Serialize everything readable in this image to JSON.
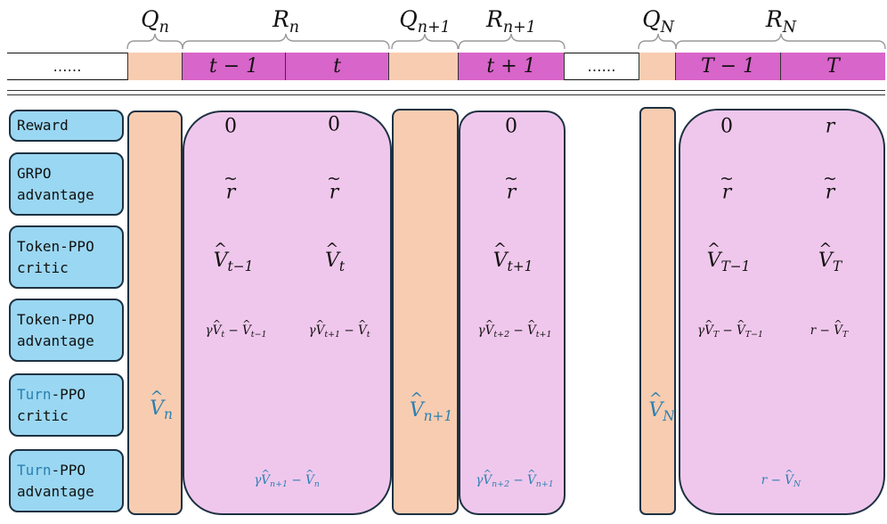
{
  "timeline": {
    "ellipsis_left": "……",
    "ellipsis_mid": "……",
    "cells": [
      "t − 1",
      "t",
      "t + 1",
      "T − 1",
      "T"
    ]
  },
  "braces": {
    "Qn": "Q",
    "Qn_sub": "n",
    "Rn": "R",
    "Rn_sub": "n",
    "Qn1": "Q",
    "Qn1_sub": "n+1",
    "Rn1": "R",
    "Rn1_sub": "n+1",
    "QN": "Q",
    "QN_sub": "N",
    "RN": "R",
    "RN_sub": "N"
  },
  "row_labels": {
    "reward": "Reward",
    "grpo_1": "GRPO",
    "grpo_2": "advantage",
    "tokppo_critic_1": "Token-PPO",
    "tokppo_critic_2": "critic",
    "tokppo_adv_1": "Token-PPO",
    "tokppo_adv_2": "advantage",
    "turnppo_critic_turn": "Turn",
    "turnppo_critic_rest": "-PPO",
    "turnppo_critic_2": "critic",
    "turnppo_adv_turn": "Turn",
    "turnppo_adv_rest": "-PPO",
    "turnppo_adv_2": "advantage"
  },
  "values": {
    "reward": {
      "t_minus_1": "0",
      "t": "0",
      "t_plus_1": "0",
      "T_minus_1": "0",
      "T": "r"
    },
    "grpo_symbol": "r",
    "critic_V": "V",
    "critic_subs": {
      "t_minus_1": "t−1",
      "t": "t",
      "t_plus_1": "t+1",
      "T_minus_1": "T−1",
      "T": "T"
    },
    "tok_adv": {
      "t_minus_1": {
        "g": "γ",
        "v1": "V",
        "s1": "t",
        "m": " − ",
        "v2": "V",
        "s2": "t−1"
      },
      "t": {
        "g": "γ",
        "v1": "V",
        "s1": "t+1",
        "m": " − ",
        "v2": "V",
        "s2": "t"
      },
      "t_plus_1": {
        "g": "γ",
        "v1": "V",
        "s1": "t+2",
        "m": " − ",
        "v2": "V",
        "s2": "t+1"
      },
      "T_minus_1": {
        "g": "γ",
        "v1": "V",
        "s1": "T",
        "m": " − ",
        "v2": "V",
        "s2": "T−1"
      },
      "T": {
        "r": "r",
        "m": " − ",
        "v2": "V",
        "s2": "T"
      }
    },
    "turn_critic": {
      "n": "n",
      "n1": "n+1",
      "N": "N"
    },
    "turn_adv": {
      "Rn": {
        "g": "γ",
        "s1": "n+1",
        "m": " − ",
        "s2": "n"
      },
      "Rn1": {
        "g": "γ",
        "s1": "n+2",
        "m": " − ",
        "s2": "n+1"
      },
      "RN": {
        "r": "r",
        "m": " − ",
        "s2": "N"
      }
    }
  },
  "colors": {
    "peach": "#f8ccb0",
    "pink_cell": "#d865c9",
    "pink_block": "#f0c7ec",
    "label_blue": "#9ad7f2",
    "turn_blue": "#2a80b0"
  }
}
